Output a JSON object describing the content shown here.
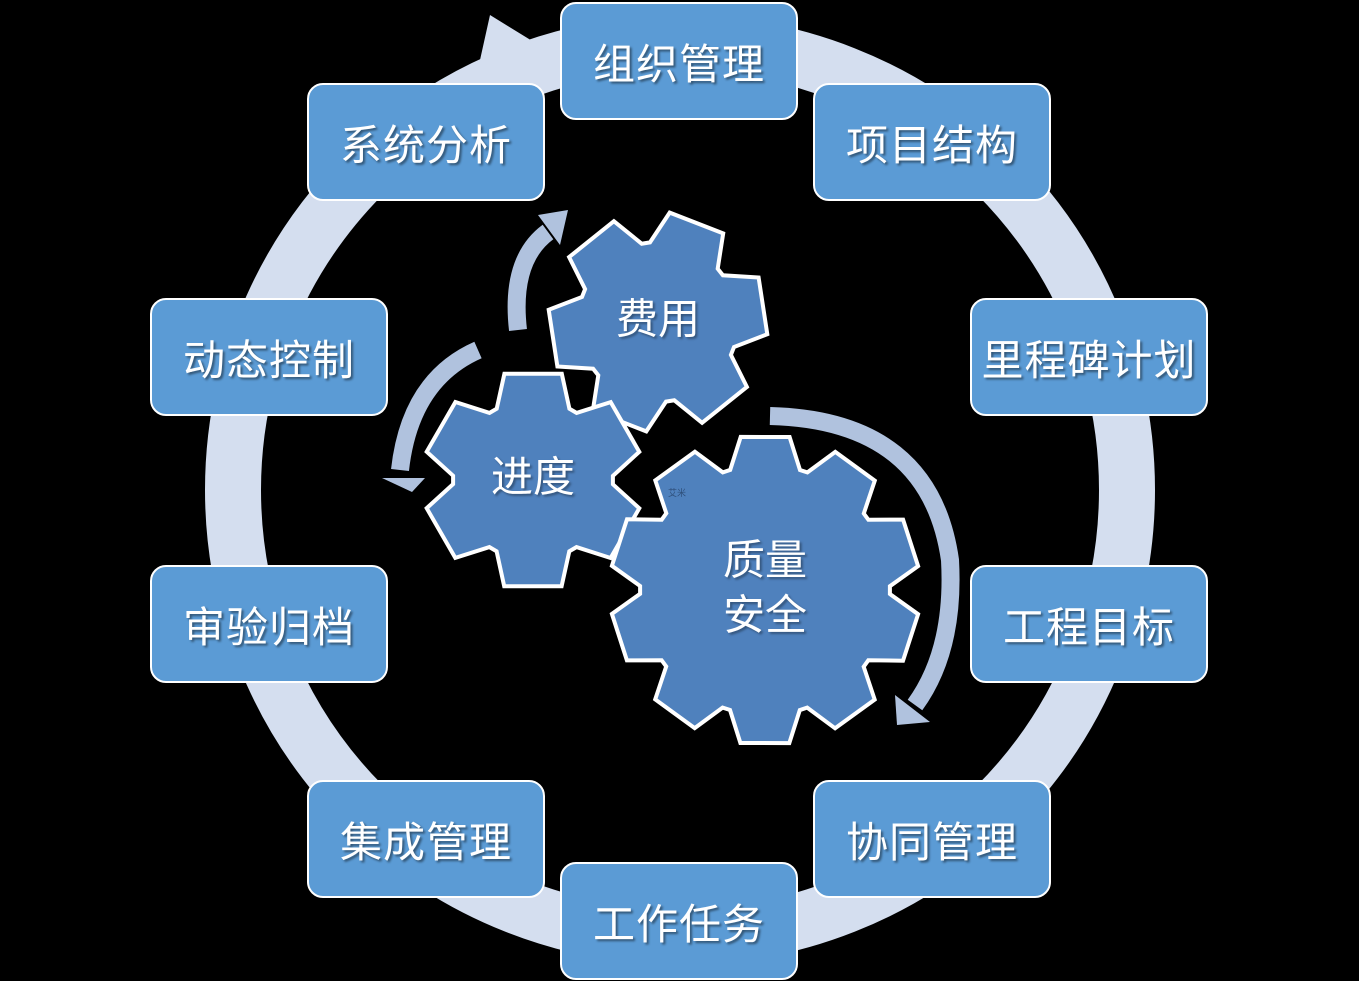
{
  "boxes": [
    {
      "label": "组织管理"
    },
    {
      "label": "项目结构"
    },
    {
      "label": "里程碑计划"
    },
    {
      "label": "工程目标"
    },
    {
      "label": "协同管理"
    },
    {
      "label": "工作任务"
    },
    {
      "label": "集成管理"
    },
    {
      "label": "审验归档"
    },
    {
      "label": "动态控制"
    },
    {
      "label": "系统分析"
    }
  ],
  "gears": [
    {
      "label": "费用"
    },
    {
      "label": "进度"
    },
    {
      "label": "质量\n安全"
    }
  ],
  "watermark": "艾米",
  "colors": {
    "box": "#5b9bd5",
    "gear": "#4f81bd",
    "ring": "#d4deef",
    "arrow": "#b0c2de"
  }
}
